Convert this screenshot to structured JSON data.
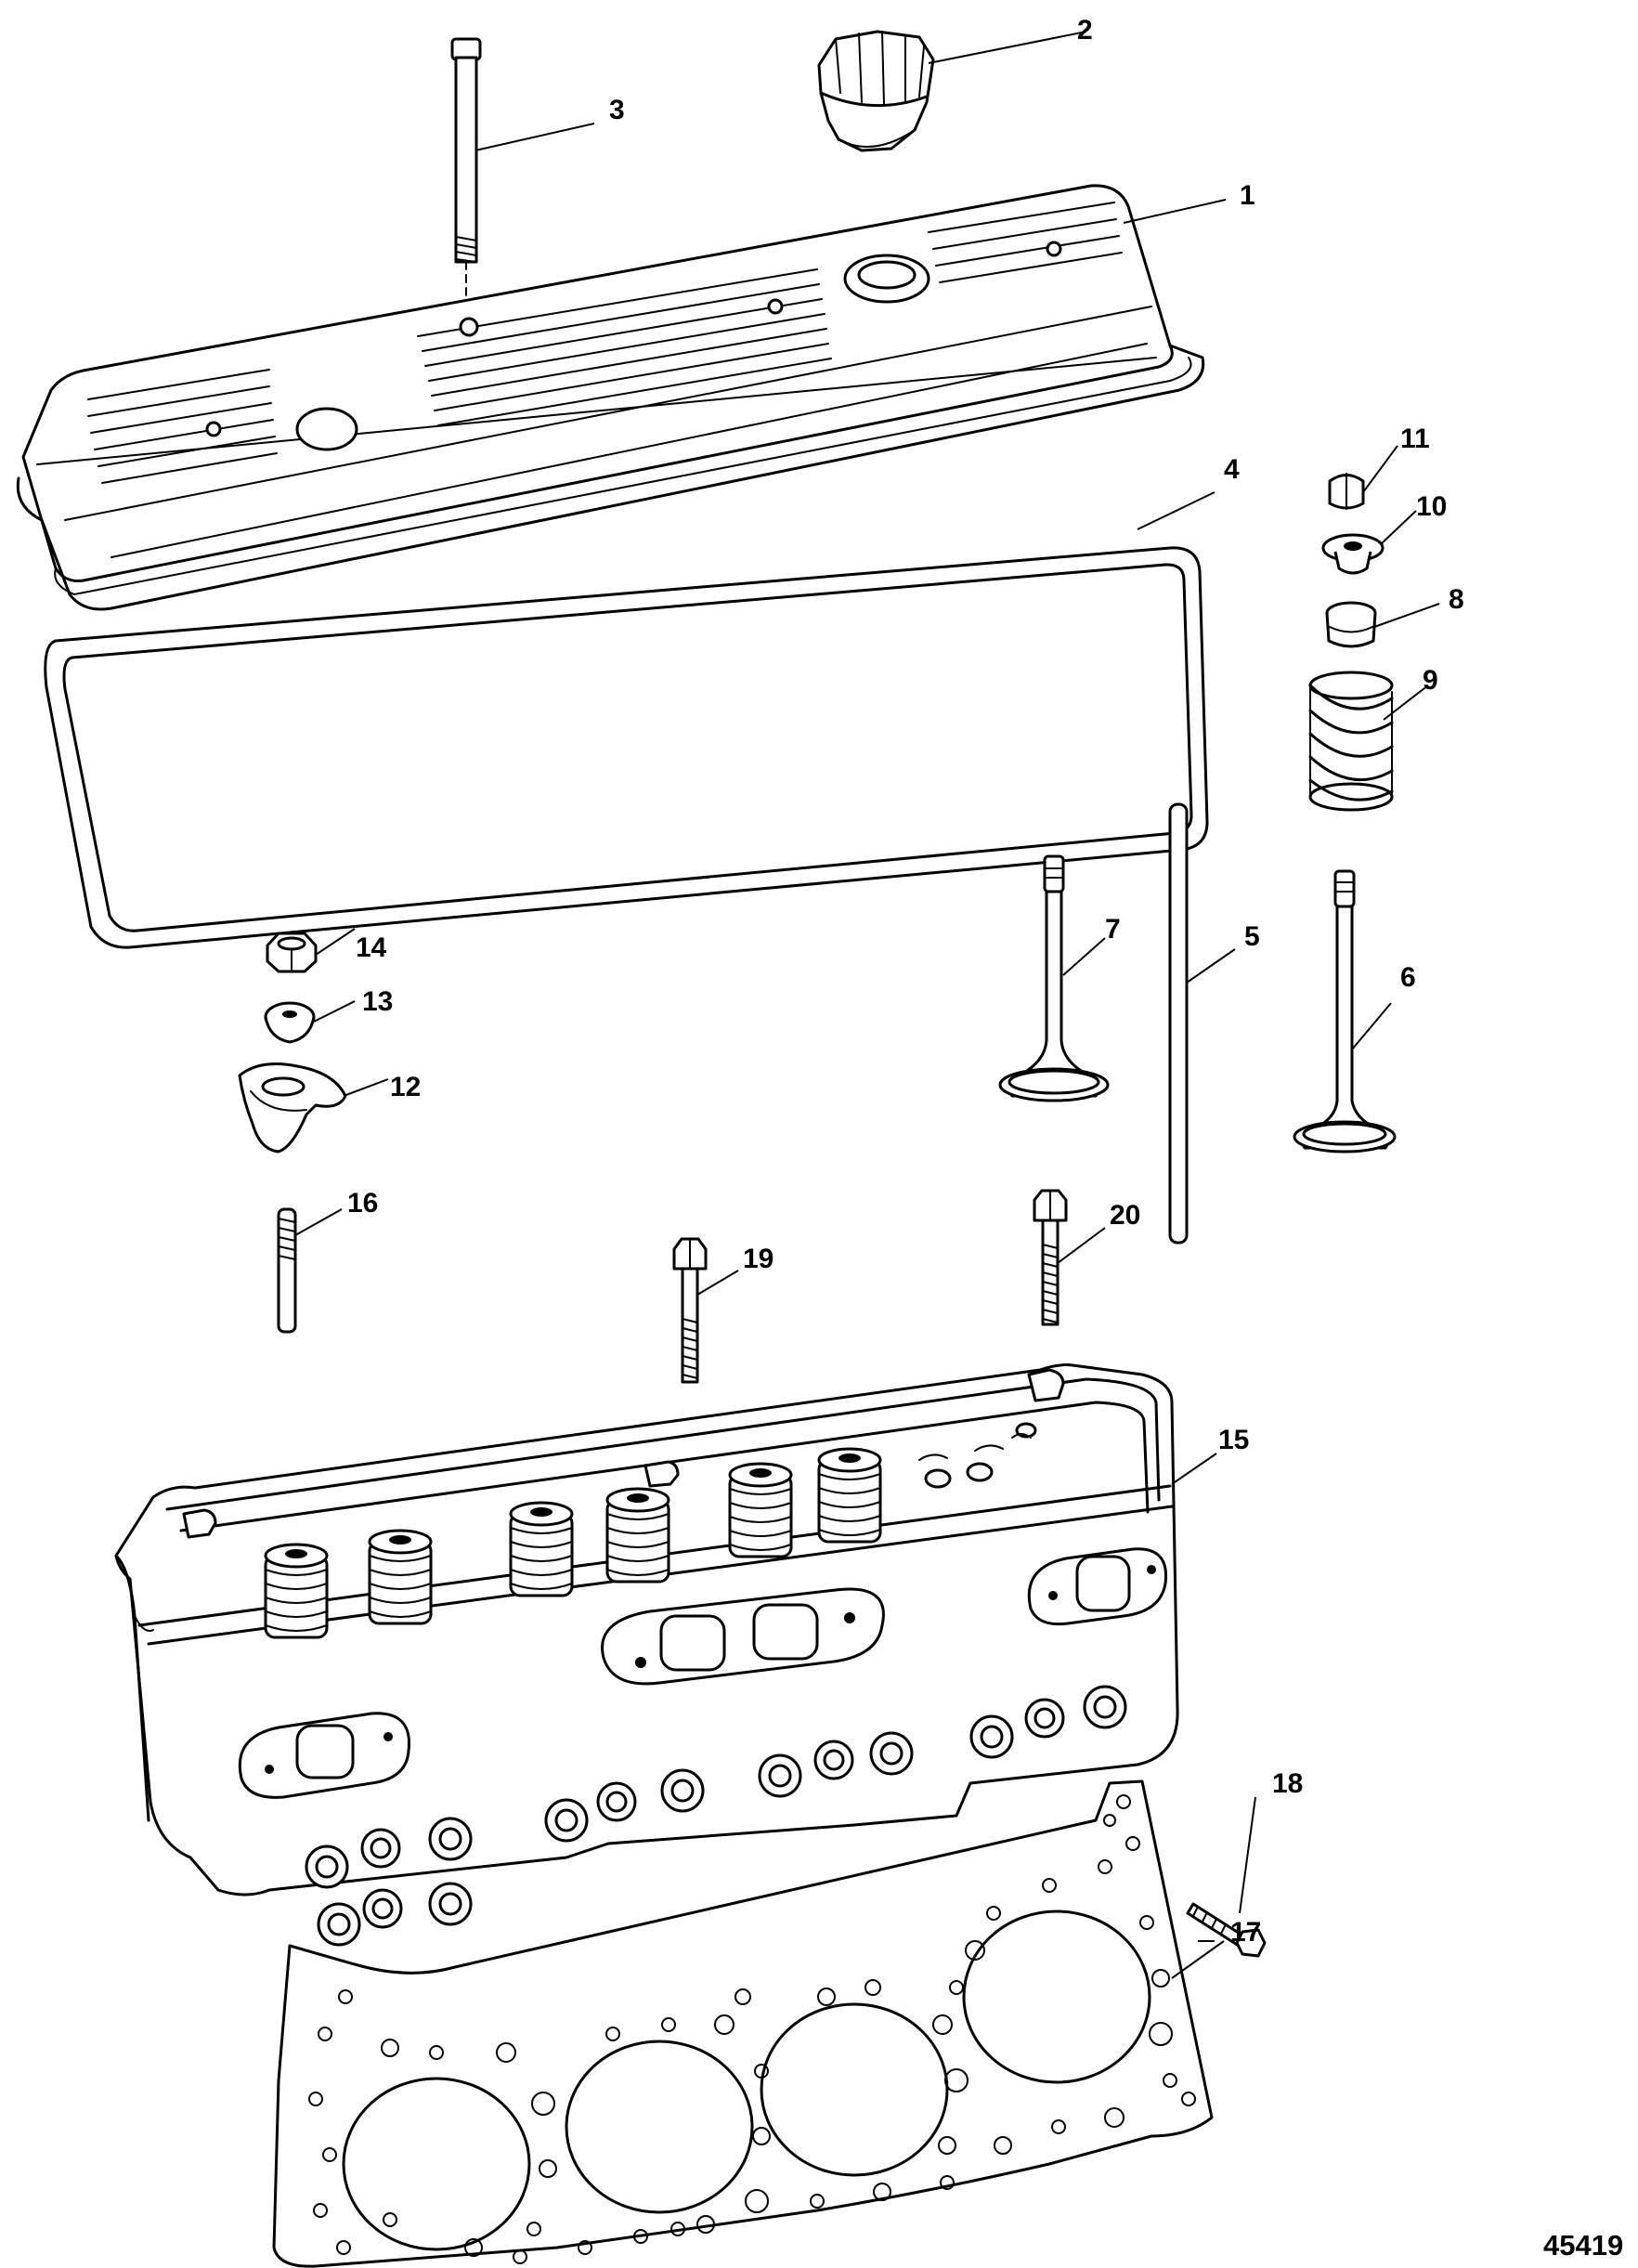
{
  "figure_number": "45419",
  "callouts": {
    "c1": "1",
    "c2": "2",
    "c3": "3",
    "c4": "4",
    "c5": "5",
    "c6": "6",
    "c7": "7",
    "c8": "8",
    "c9": "9",
    "c10": "10",
    "c11": "11",
    "c12": "12",
    "c13": "13",
    "c14": "14",
    "c15": "15",
    "c16": "16",
    "c17": "17",
    "c18": "18",
    "c19": "19",
    "c20": "20"
  }
}
